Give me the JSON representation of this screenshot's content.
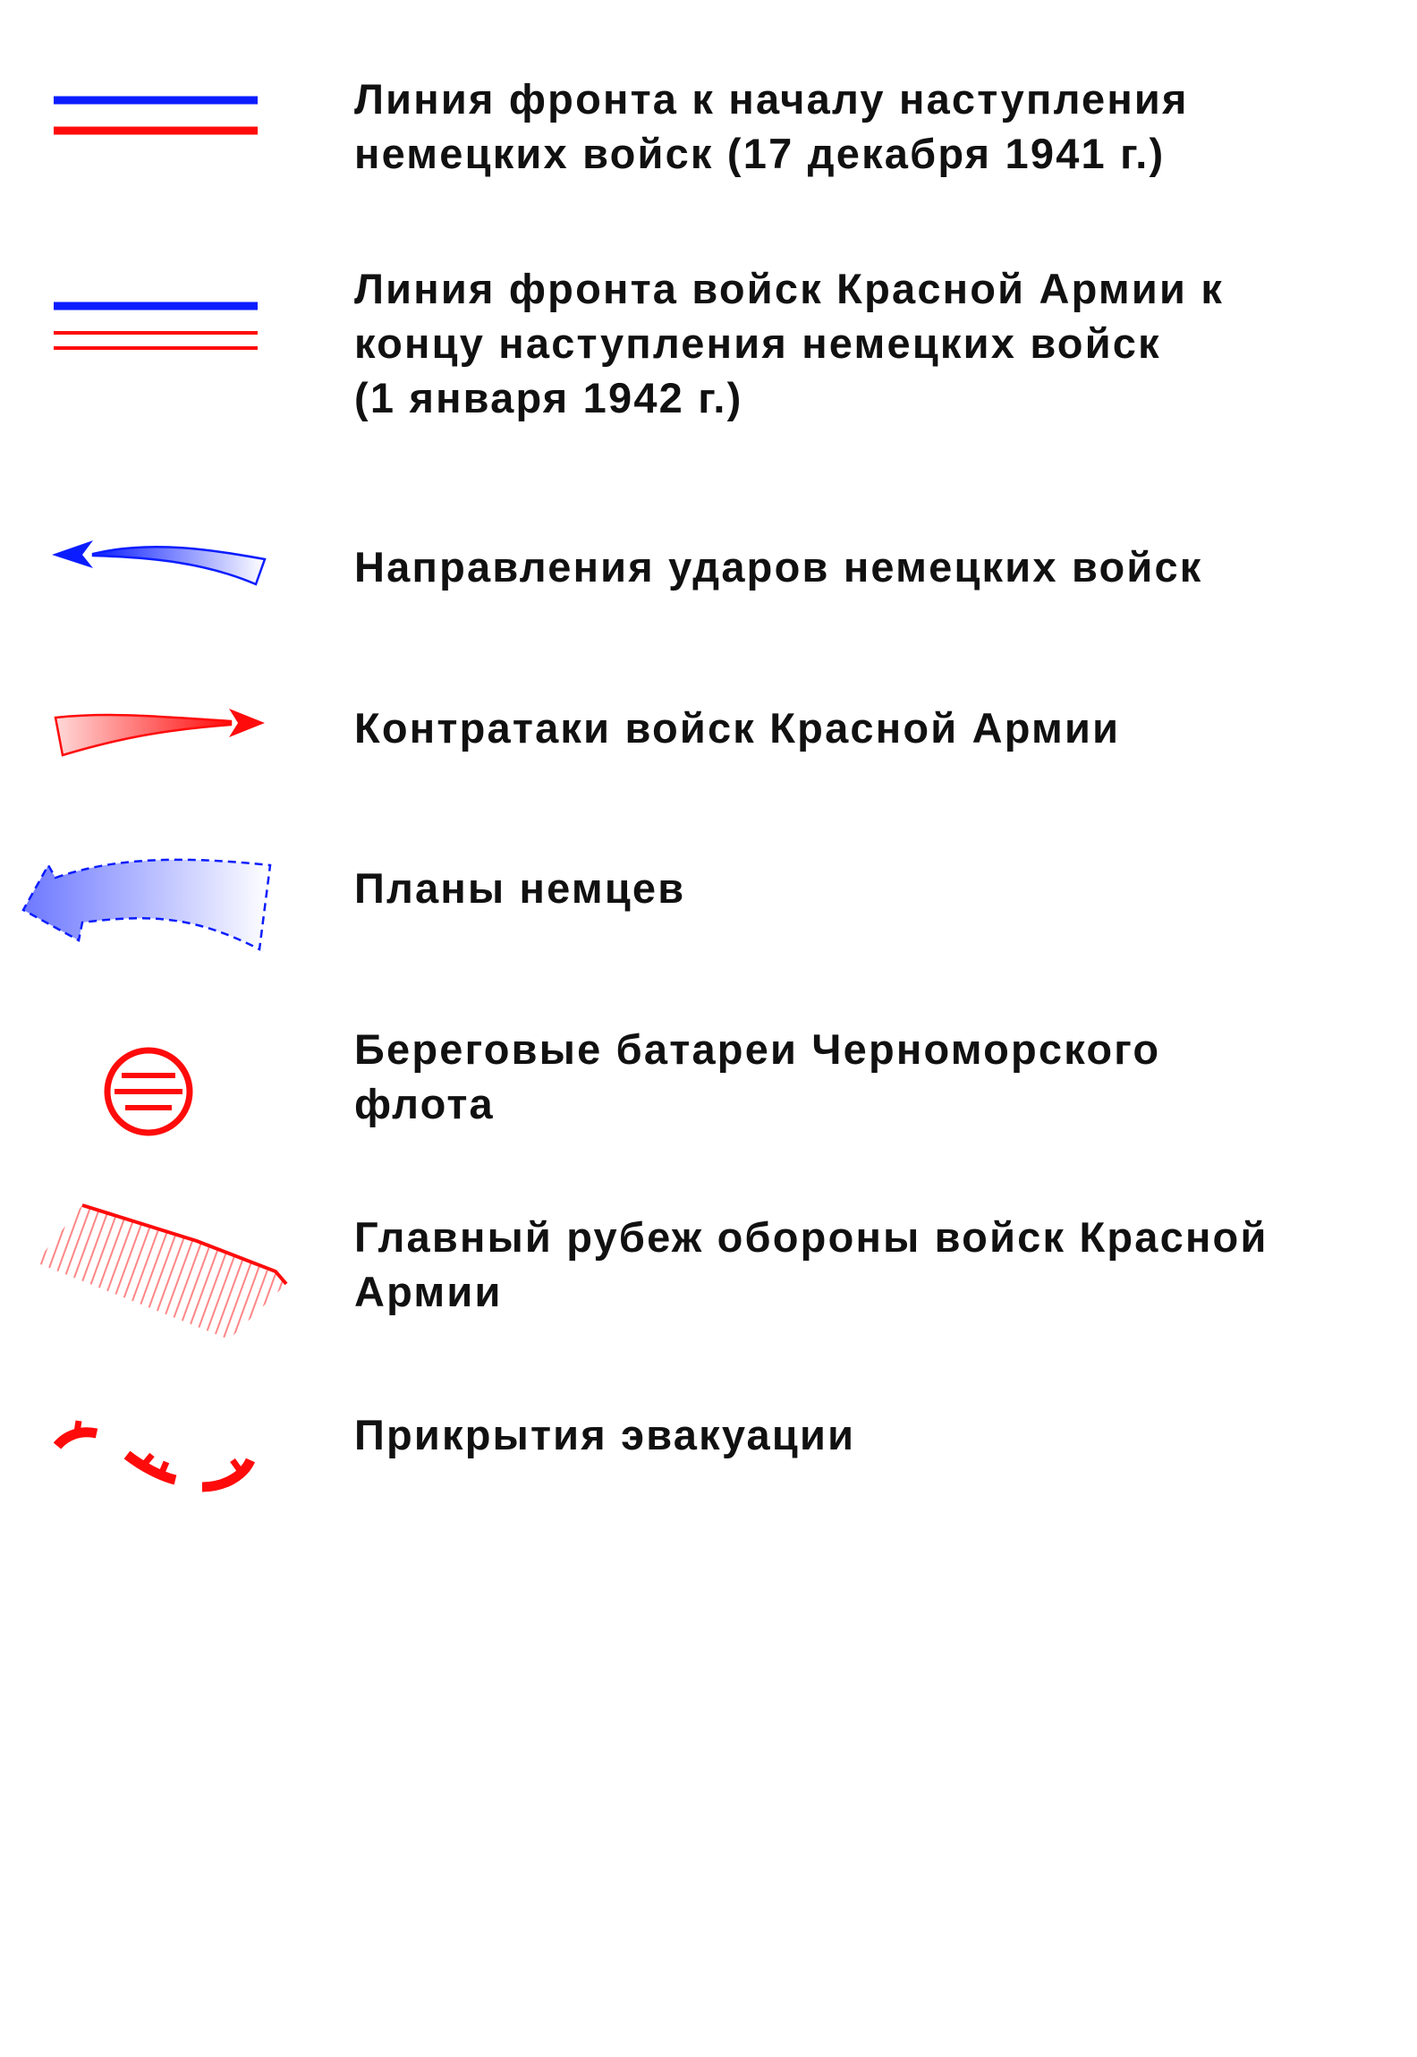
{
  "colors": {
    "german_blue": "#0b1dff",
    "soviet_red": "#ff0b0b",
    "text": "#111111",
    "background": "#ffffff"
  },
  "legend": {
    "items": [
      {
        "symbol": "front-line-start-symbol",
        "label": "Линия фронта к началу наступления\nнемецких войск (17 декабря 1941 г.)"
      },
      {
        "symbol": "front-line-end-symbol",
        "label": "Линия фронта войск Красной Армии к\nконцу наступления немецких войск\n(1 января 1942 г.)"
      },
      {
        "symbol": "german-attack-arrow",
        "label": "Направления ударов немецких войск"
      },
      {
        "symbol": "red-army-counterattack-arrow",
        "label": "Контратаки войск Красной Армии"
      },
      {
        "symbol": "german-plans-arrow",
        "label": "Планы немцев"
      },
      {
        "symbol": "coastal-battery-icon",
        "label": "Береговые батареи Черноморского\nфлота"
      },
      {
        "symbol": "main-defense-line-symbol",
        "label": "Главный рубеж обороны войск Красной\nАрмии"
      },
      {
        "symbol": "evacuation-cover-symbol",
        "label": "Прикрытия эвакуации"
      }
    ]
  }
}
